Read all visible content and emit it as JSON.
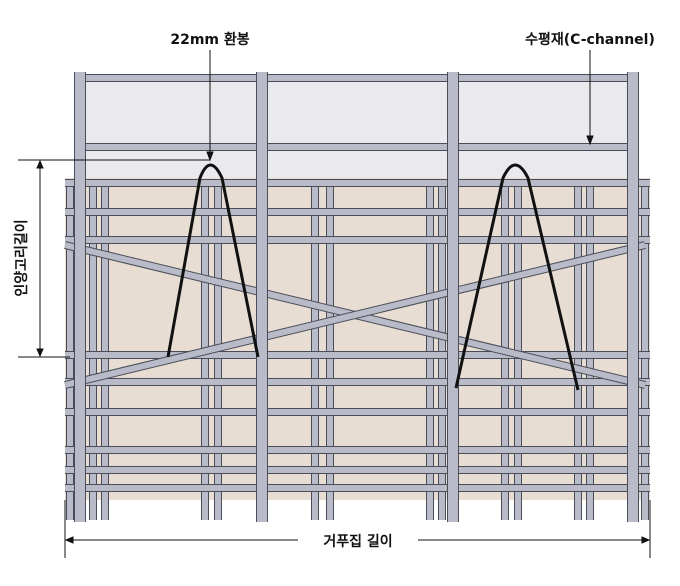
{
  "labels": {
    "round_bar": "22mm 환봉",
    "horizontal_member": "수평재(C-channel)",
    "lifting_hook_length": "인양고리길이",
    "formwork_length": "거푸집 길이"
  },
  "colors": {
    "upper_panel": "#e9e9ee",
    "lower_panel": "#e8ddd3",
    "bar_fill": "#b9bcc8",
    "bar_edge": "#4a4c58",
    "hook": "#111111"
  }
}
